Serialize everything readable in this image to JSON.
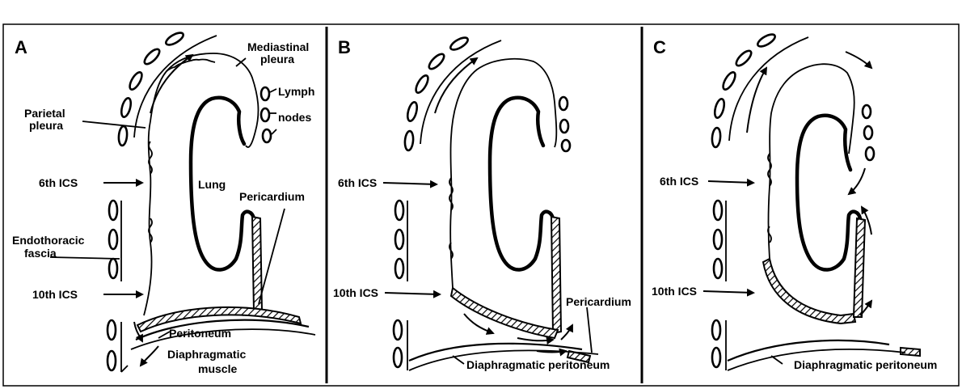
{
  "panels": [
    {
      "letter": "A",
      "labels": {
        "mediastinal_pleura_1": "Mediastinal",
        "mediastinal_pleura_2": "pleura",
        "lymph_nodes_1": "Lymph",
        "lymph_nodes_2": "nodes",
        "parietal_pleura_1": "Parietal",
        "parietal_pleura_2": "pleura",
        "sixth_ics": "6th ICS",
        "lung": "Lung",
        "pericardium": "Pericardium",
        "endothoracic_fascia_1": "Endothoracic",
        "endothoracic_fascia_2": "fascia",
        "tenth_ics": "10th ICS",
        "peritoneum": "Peritoneum",
        "diaphragmatic_muscle_1": "Diaphragmatic",
        "diaphragmatic_muscle_2": "muscle"
      }
    },
    {
      "letter": "B",
      "labels": {
        "sixth_ics": "6th ICS",
        "tenth_ics": "10th ICS",
        "pericardium": "Pericardium",
        "diaphragmatic_peritoneum": "Diaphragmatic peritoneum"
      }
    },
    {
      "letter": "C",
      "labels": {
        "sixth_ics": "6th ICS",
        "tenth_ics": "10th ICS",
        "diaphragmatic_peritoneum": "Diaphragmatic peritoneum"
      }
    }
  ]
}
